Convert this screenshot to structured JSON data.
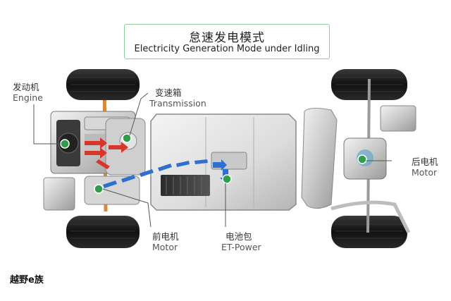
{
  "title": {
    "zh": "怠速发电模式",
    "en": "Electricity Generation Mode under Idling"
  },
  "labels": {
    "engine": {
      "zh": "发动机",
      "en": "Engine"
    },
    "transmission": {
      "zh": "变速箱",
      "en": "Transmission"
    },
    "front_motor": {
      "zh": "前电机",
      "en": "Motor"
    },
    "battery": {
      "zh": "电池包",
      "en": "ET-Power"
    },
    "rear_motor": {
      "zh": "后电机",
      "en": "Motor"
    }
  },
  "brand": "越野e族",
  "colors": {
    "title_border": "#8bcf9a",
    "marker_green": "#2e9e4a",
    "energy_flow_red": "#d9362b",
    "electric_flow_blue": "#2f6fd0",
    "drive_shaft": "#d88a3a"
  }
}
